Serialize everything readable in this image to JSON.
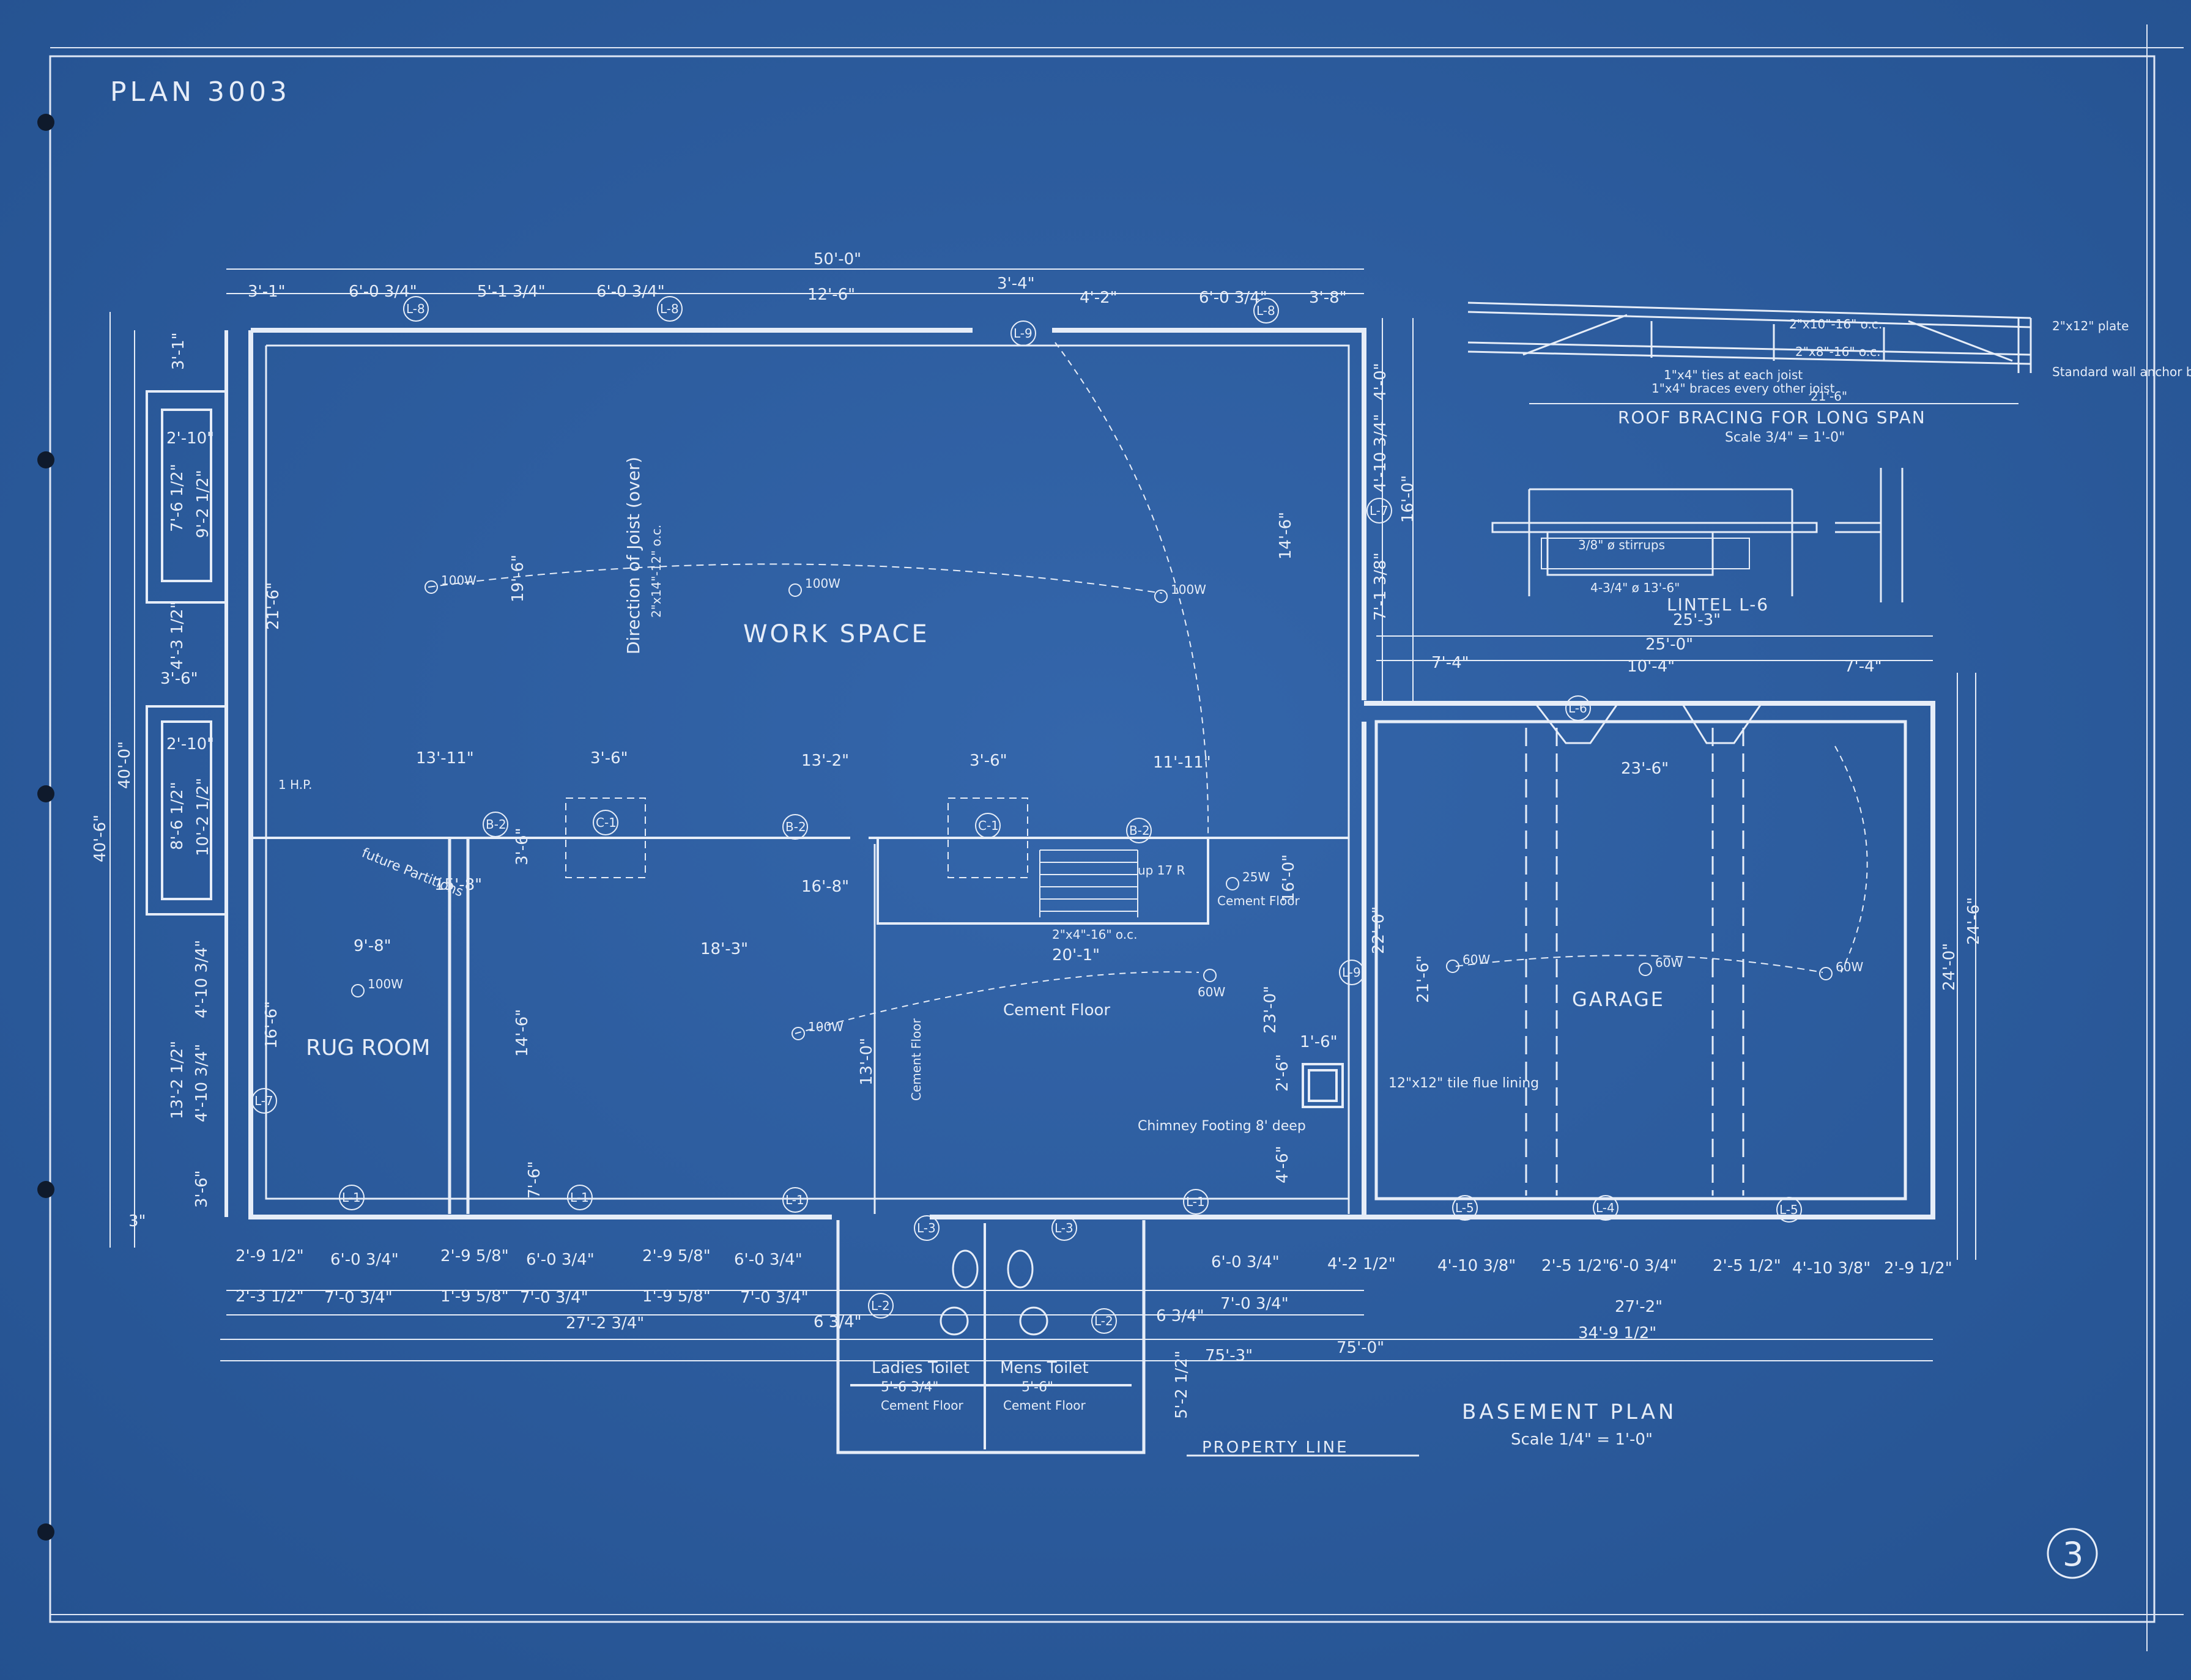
{
  "plan_number": "PLAN 3003",
  "sheet_number": "3",
  "title": "BASEMENT PLAN",
  "scale": "Scale 1/4\" = 1'-0\"",
  "property_line": "PROPERTY LINE",
  "colors": {
    "paper": "#2f5fa3",
    "ink": "#e6edf8",
    "edge": "#1f4a8a"
  },
  "rooms": {
    "work_space": "WORK SPACE",
    "rug_room": "RUG ROOM",
    "garage": "GARAGE",
    "ladies_toilet": "Ladies Toilet",
    "mens_toilet": "Mens Toilet",
    "cement_floor": "Cement Floor",
    "cement_floor_2": "Cement Floor",
    "cement_floor_3": "Cement Floor",
    "cement_floor_4": "Cement Floor",
    "cement_floor_5": "Cement Floor"
  },
  "notes": {
    "joist_direction": "Direction of Joist (over)",
    "joist_spec": "2\"x14\"-12\" o.c.",
    "future_partitions": "future Partitions",
    "chimney": "Chimney Footing 8' deep",
    "flue": "12\"x12\" tile flue lining",
    "stair_up": "up 17 R",
    "stair_joist": "2\"x4\"-16\" o.c.",
    "hp": "1 H.P.",
    "toilet_dim_ladies": "5'-6 3/4\"",
    "toilet_dim_mens": "5'-6\""
  },
  "lights": [
    "100W",
    "100W",
    "100W",
    "100W",
    "100W",
    "25W",
    "60W",
    "60W",
    "60W",
    "60W"
  ],
  "lintels": [
    "L-1",
    "L-1",
    "L-1",
    "L-1",
    "L-2",
    "L-2",
    "L-3",
    "L-3",
    "L-4",
    "L-5",
    "L-5",
    "L-6",
    "L-7",
    "L-7",
    "L-8",
    "L-8",
    "L-8",
    "L-9",
    "L-9"
  ],
  "columns": [
    "C-1",
    "C-1",
    "B-2",
    "B-2",
    "B-2"
  ],
  "roof_bracing": {
    "title": "ROOF BRACING FOR LONG SPAN",
    "scale": "Scale 3/4\" = 1'-0\"",
    "plate": "2\"x12\" plate",
    "anchor": "Standard wall anchor bolt",
    "joist_top": "2\"x10\"-16\" o.c.",
    "joist_bottom": "2\"x8\"-16\" o.c.",
    "ties": "1\"x4\" ties at each joist",
    "braces": "1\"x4\" braces every other joist",
    "span": "21'-6\""
  },
  "lintel_detail": {
    "title": "LINTEL L-6",
    "stirrups": "3/8\" ø stirrups",
    "bars": "4-3/4\" ø 13'-6\""
  },
  "dimensions": {
    "overall_top": "50'-0\"",
    "top": [
      "3'-1\"",
      "6'-0 3/4\"",
      "5'-1 3/4\"",
      "6'-0 3/4\"",
      "12'-6\"",
      "3'-4\"",
      "4'-2\"",
      "6'-0 3/4\"",
      "3'-8\""
    ],
    "left": [
      "3'-1\"",
      "2'-10\"",
      "7'-6 1/2\"",
      "9'-2 1/2\"",
      "4'-3 1/2\"",
      "3'-6\"",
      "2'-10\"",
      "8'-6 1/2\"",
      "10'-2 1/2\"",
      "4'-10 3/4\"",
      "13'-2 1/2\"",
      "4'-10 3/4\"",
      "3'-6\"",
      "40'-0\"",
      "40'-6\"",
      "3\""
    ],
    "interior": [
      "21'-6\"",
      "19'-6\"",
      "13'-11\"",
      "3'-6\"",
      "13'-2\"",
      "3'-6\"",
      "11'-11\"",
      "3'-6\"",
      "15'-8\"",
      "16'-8\"",
      "9'-8\"",
      "18'-3\"",
      "20'-1\"",
      "16'-6\"",
      "14'-6\"",
      "13'-0\"",
      "14'-6\"",
      "16'-0\"",
      "23'-0\"",
      "2'-6\"",
      "4'-6\"",
      "7'-6\"",
      "1'-6\""
    ],
    "right": [
      "4'-0\"",
      "4'-10 3/4\"",
      "16'-0\"",
      "7'-1 3/8\"",
      "22'-0\"",
      "21'-6\"",
      "24'-0\"",
      "24'-6\""
    ],
    "garage": [
      "25'-3\"",
      "25'-0\"",
      "7'-4\"",
      "10'-4\"",
      "7'-4\"",
      "23'-6\""
    ],
    "bottom_row1": [
      "2'-9 1/2\"",
      "6'-0 3/4\"",
      "2'-9 5/8\"",
      "6'-0 3/4\"",
      "2'-9 5/8\"",
      "6'-0 3/4\"",
      "6'-0 3/4\"",
      "4'-2 1/2\"",
      "4'-10 3/8\"",
      "2'-5 1/2\"",
      "6'-0 3/4\"",
      "2'-5 1/2\"",
      "4'-10 3/8\"",
      "2'-9 1/2\""
    ],
    "bottom_row2": [
      "2'-3 1/2\"",
      "7'-0 3/4\"",
      "1'-9 5/8\"",
      "7'-0 3/4\"",
      "1'-9 5/8\"",
      "7'-0 3/4\"",
      "6 3/4\"",
      "6 3/4\"",
      "7'-0 3/4\""
    ],
    "bottom_row3": [
      "27'-2 3/4\"",
      "27'-2\"",
      "34'-9 1/2\"",
      "75'-0\"",
      "75'-3\"",
      "5'-2 1/2\""
    ]
  }
}
